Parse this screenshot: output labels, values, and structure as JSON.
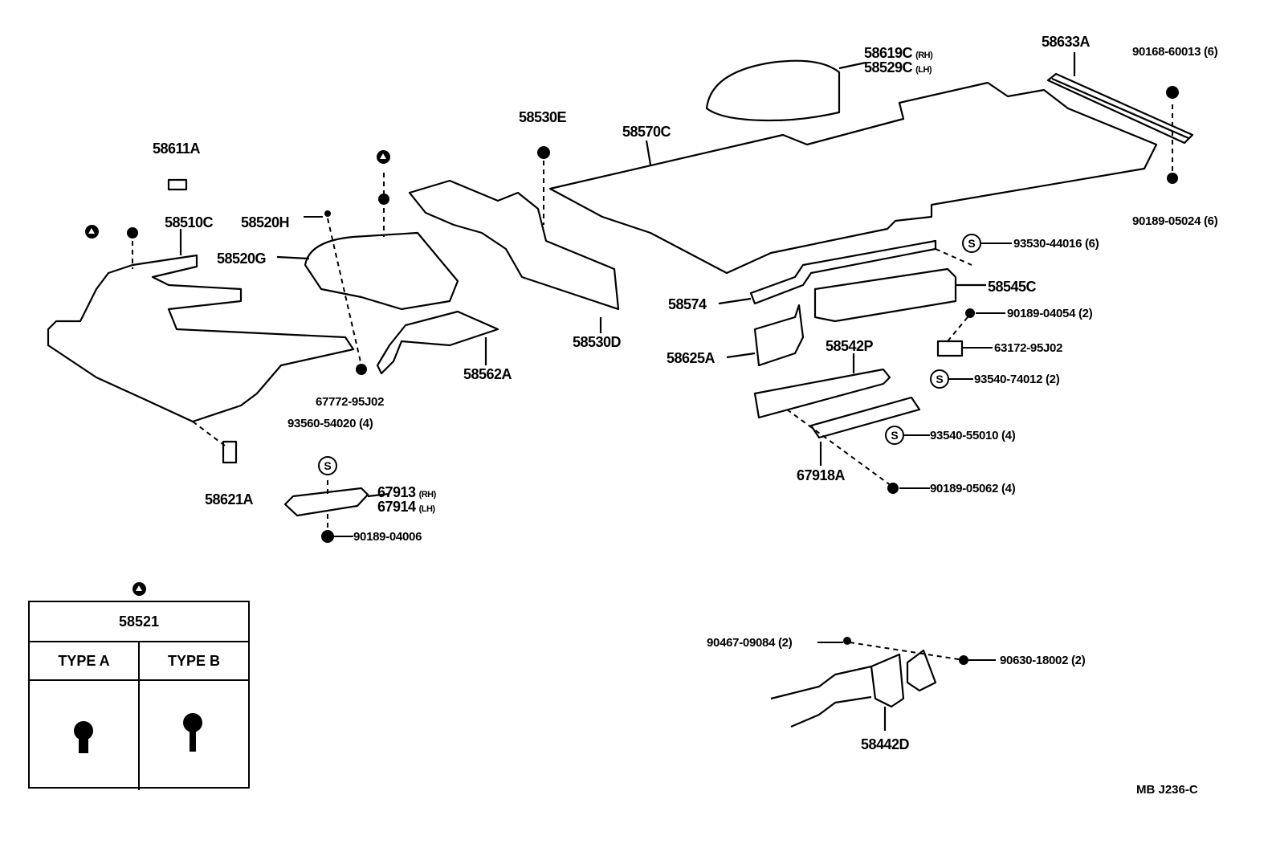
{
  "parts": {
    "p58619C": "58619C",
    "p58619C_side": "(RH)",
    "p58529C": "58529C",
    "p58529C_side": "(LH)",
    "p58633A": "58633A",
    "p90168_60013": "90168-60013 (6)",
    "p58530E": "58530E",
    "p58570C": "58570C",
    "p58611A": "58611A",
    "p58510C": "58510C",
    "p58520H": "58520H",
    "p58520G": "58520G",
    "p90189_05024": "90189-05024 (6)",
    "p93530_44016": "93530-44016 (6)",
    "p58545C": "58545C",
    "p58574": "58574",
    "p90189_04054": "90189-04054 (2)",
    "p58530D": "58530D",
    "p58625A": "58625A",
    "p58542P": "58542P",
    "p63172_95J02": "63172-95J02",
    "p58562A": "58562A",
    "p93540_74012": "93540-74012 (2)",
    "p67772_95J02": "67772-95J02",
    "p93560_54020": "93560-54020 (4)",
    "p93540_55010": "93540-55010 (4)",
    "p67918A": "67918A",
    "p58621A": "58621A",
    "p67913": "67913",
    "p67913_side": "(RH)",
    "p67914": "67914",
    "p67914_side": "(LH)",
    "p90189_05062": "90189-05062 (4)",
    "p90189_04006": "90189-04006",
    "p90467_09084": "90467-09084 (2)",
    "p90630_18002": "90630-18002 (2)",
    "p58442D": "58442D"
  },
  "symbols": {
    "screw_badge": "S"
  },
  "type_table": {
    "part_no": "58521",
    "type_a": "TYPE A",
    "type_b": "TYPE B"
  },
  "reference_code": "MB  J236-C"
}
